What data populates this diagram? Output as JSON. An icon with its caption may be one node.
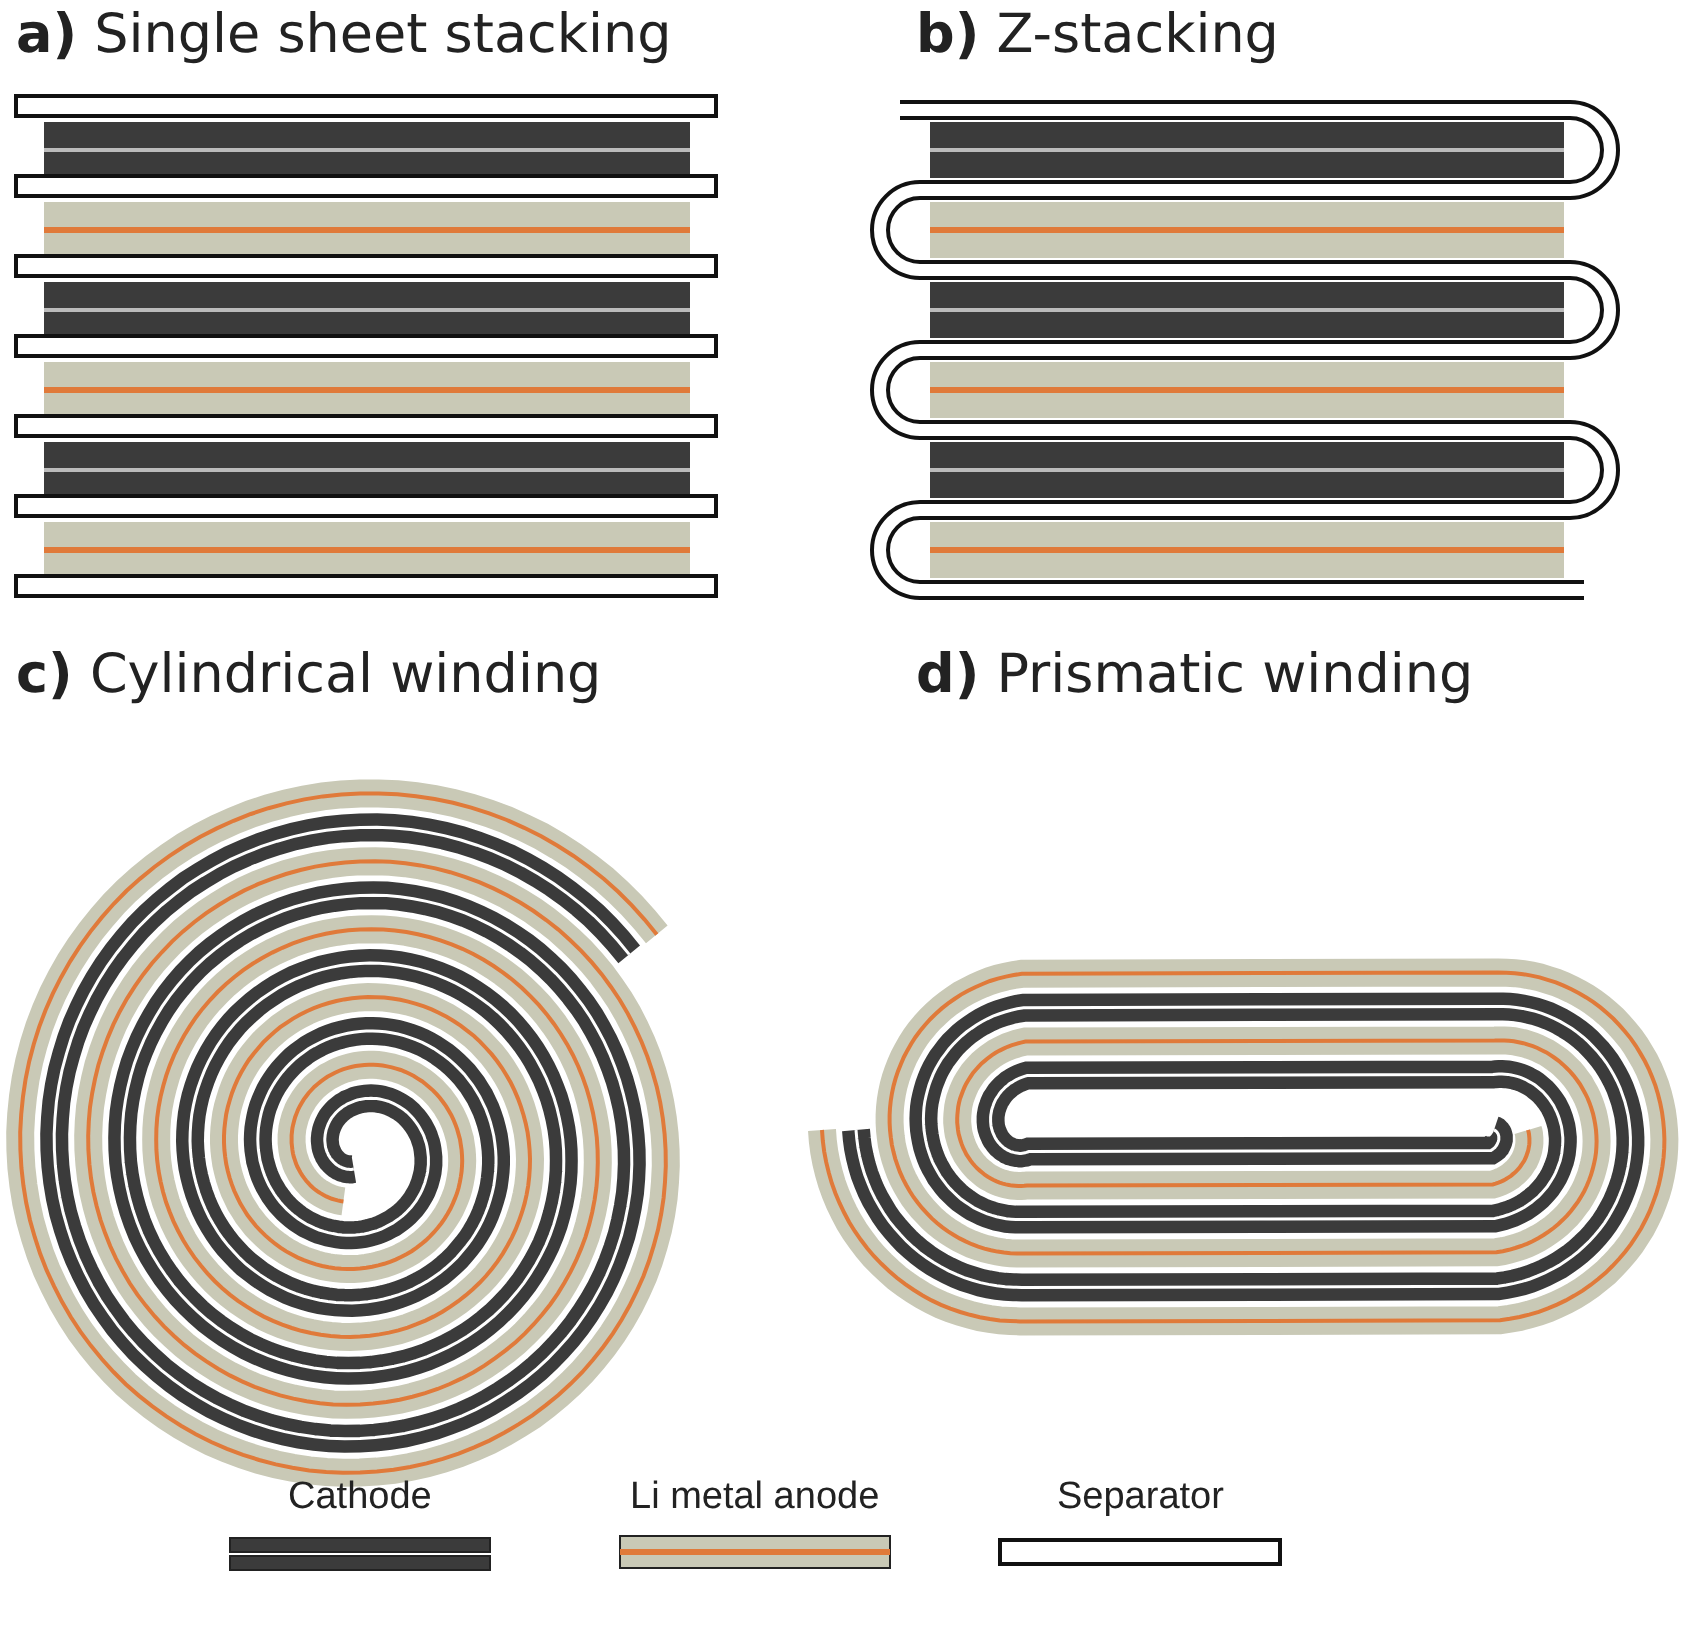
{
  "diagram": {
    "labels": [
      "**a)** Single sheet stacking",
      "**b)** Z-stacking",
      "**c)** Cylindrical winding",
      "**d)** Prismatic winding"
    ],
    "legend": [
      {
        "text": "Cathode"
      },
      {
        "text": "Li metal anode"
      },
      {
        "text": "Separator"
      }
    ]
  }
}
